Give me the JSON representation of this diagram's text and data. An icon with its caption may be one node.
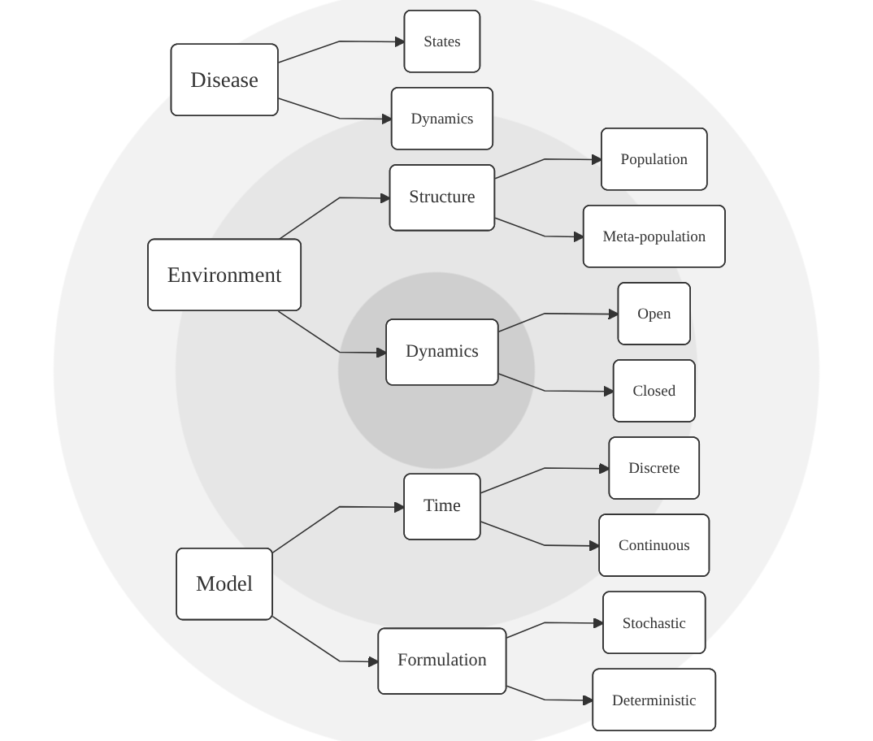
{
  "diagram": {
    "nodes": [
      {
        "text": [
          "Disease"
        ]
      },
      {
        "text": [
          "States"
        ]
      },
      {
        "text": [
          "Dynamics"
        ]
      },
      {
        "text": [
          "Environment"
        ]
      },
      {
        "text": [
          "Structure"
        ]
      },
      {
        "text": [
          "Population"
        ]
      },
      {
        "text": [
          "Meta-population"
        ]
      },
      {
        "text": [
          "Dynamics"
        ]
      },
      {
        "text": [
          "Open"
        ]
      },
      {
        "text": [
          "Closed"
        ]
      },
      {
        "text": [
          "Model"
        ]
      },
      {
        "text": [
          "Time"
        ]
      },
      {
        "text": [
          "Discrete"
        ]
      },
      {
        "text": [
          "Continuous"
        ]
      },
      {
        "text": [
          "Formulation"
        ]
      },
      {
        "text": [
          "Stochastic"
        ]
      },
      {
        "text": [
          "Deterministic"
        ]
      }
    ],
    "edges": [
      {
        "from": 0,
        "to": 1,
        "arrow": "to"
      },
      {
        "from": 0,
        "to": 2,
        "arrow": "to"
      },
      {
        "from": 3,
        "to": 4,
        "arrow": "to"
      },
      {
        "from": 4,
        "to": 5,
        "arrow": "to"
      },
      {
        "from": 4,
        "to": 6,
        "arrow": "to"
      },
      {
        "from": 3,
        "to": 7,
        "arrow": "to"
      },
      {
        "from": 7,
        "to": 8,
        "arrow": "to"
      },
      {
        "from": 7,
        "to": 9,
        "arrow": "to"
      },
      {
        "from": 10,
        "to": 11,
        "arrow": "to"
      },
      {
        "from": 11,
        "to": 12,
        "arrow": "to"
      },
      {
        "from": 11,
        "to": 13,
        "arrow": "to"
      },
      {
        "from": 10,
        "to": 14,
        "arrow": "to"
      },
      {
        "from": 14,
        "to": 15,
        "arrow": "to"
      },
      {
        "from": 14,
        "to": 16,
        "arrow": "to"
      }
    ]
  }
}
